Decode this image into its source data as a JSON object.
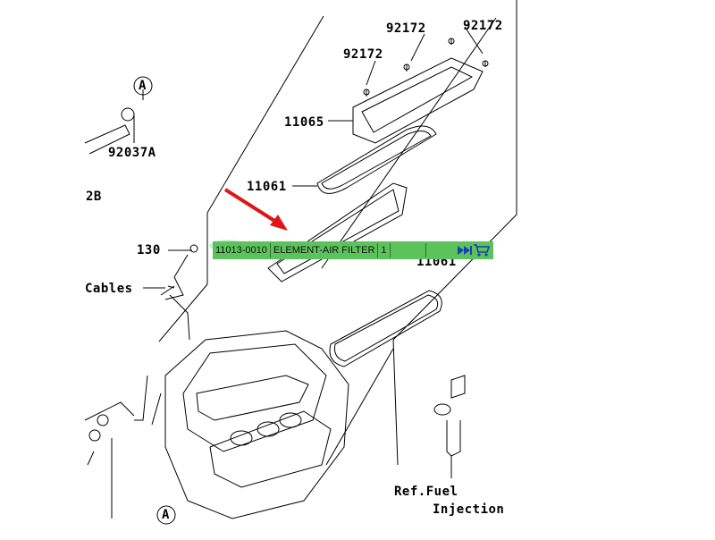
{
  "labels": {
    "a_top": "A",
    "a_bottom": "A",
    "p92037a": "92037A",
    "p2b": "2B",
    "p130": "130",
    "cables": "Cables",
    "p92172_1": "92172",
    "p92172_2": "92172",
    "p92172_3": "92172",
    "p11065": "11065",
    "p11061_1": "11061",
    "p11061_2": "11061",
    "ref_fuel": "Ref.Fuel",
    "injection": "Injection"
  },
  "part_bar": {
    "part_number": "11013-0010",
    "description": "ELEMENT-AIR FILTER",
    "quantity": "1",
    "extra": ""
  },
  "colors": {
    "bar_green": "#5cc35c",
    "highlight": "#bfeecb",
    "arrow_red": "#e01515"
  },
  "icons": [
    "fast-forward-icon",
    "cart-icon"
  ]
}
